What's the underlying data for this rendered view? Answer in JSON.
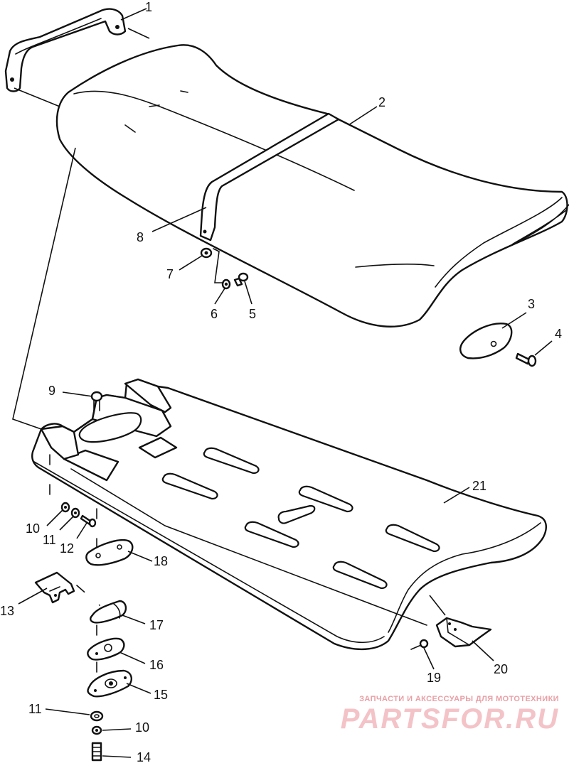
{
  "callouts": {
    "c1": "1",
    "c2": "2",
    "c3": "3",
    "c4": "4",
    "c5": "5",
    "c6": "6",
    "c7": "7",
    "c8": "8",
    "c9": "9",
    "c10a": "10",
    "c11a": "11",
    "c12": "12",
    "c13": "13",
    "c14": "14",
    "c15": "15",
    "c16": "16",
    "c17": "17",
    "c18": "18",
    "c19": "19",
    "c20": "20",
    "c21": "21",
    "c11b": "11",
    "c10b": "10"
  },
  "watermark": {
    "tagline": "ЗАПЧАСТИ И АКСЕССУАРЫ ДЛЯ МОТОТЕХНИКИ",
    "brand": "PARTSFOR.RU"
  }
}
